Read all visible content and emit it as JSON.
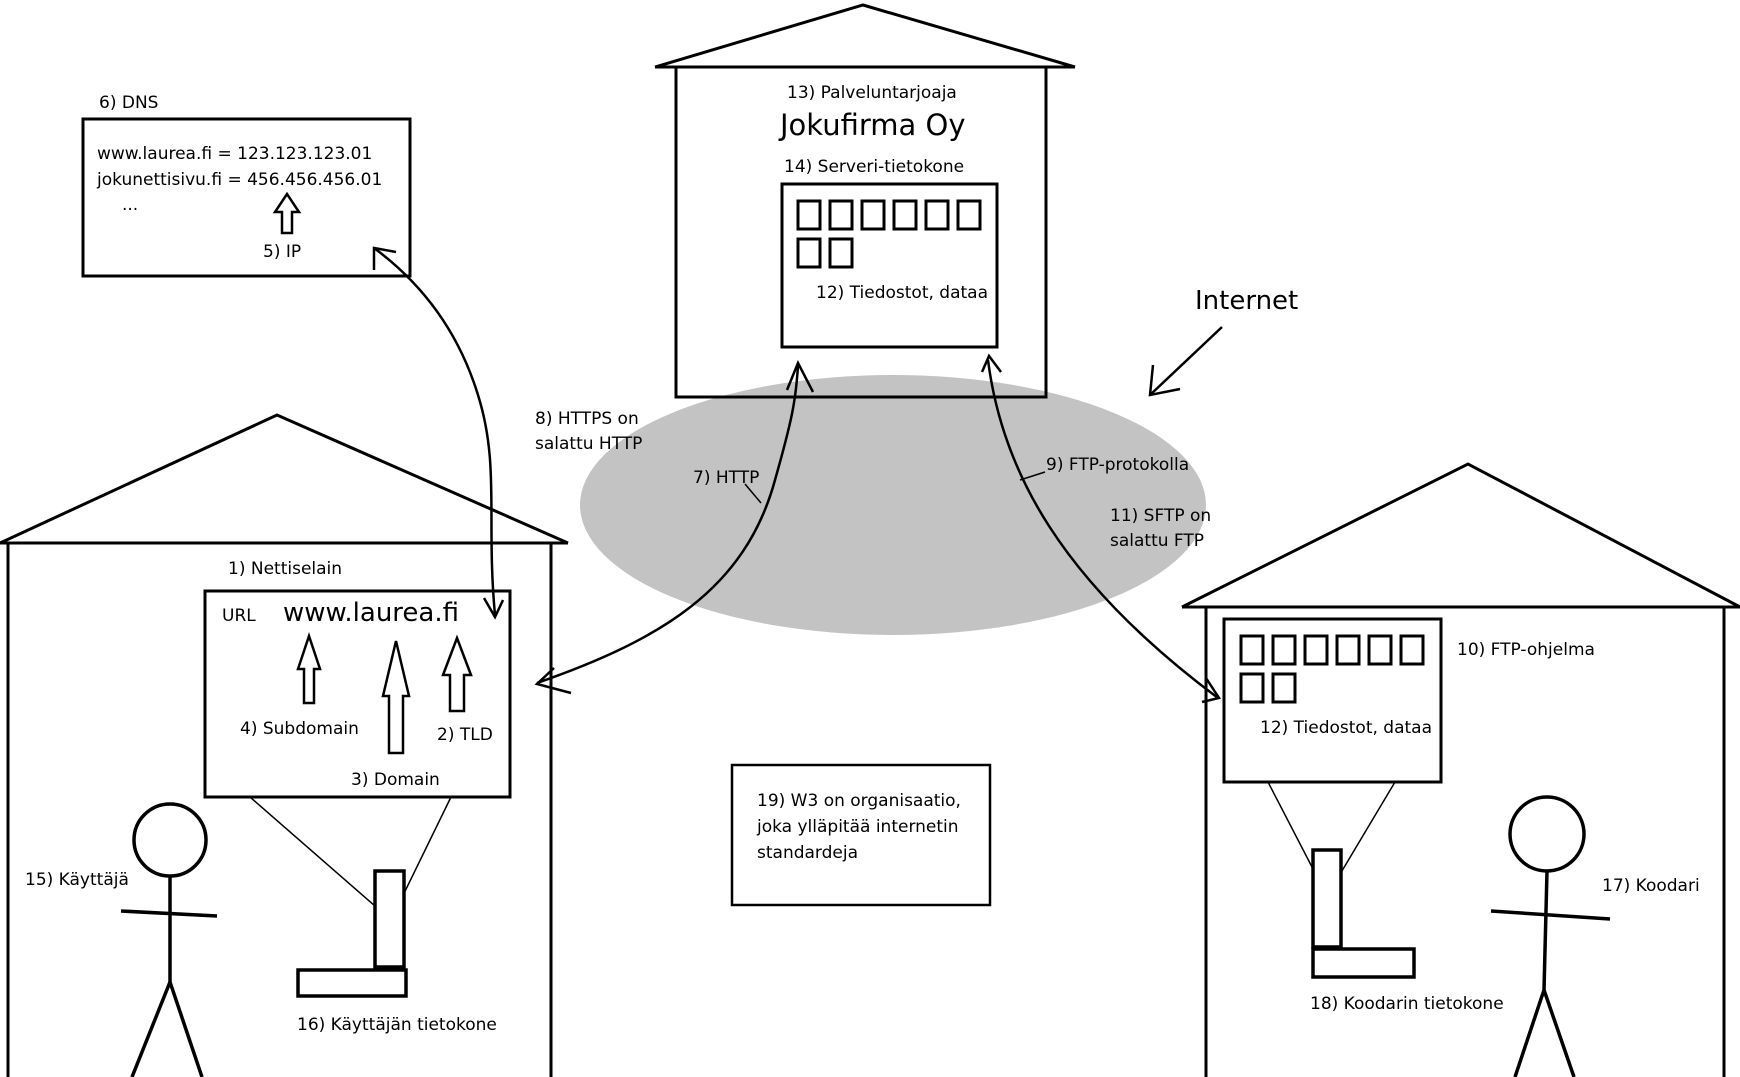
{
  "labels": {
    "dns": "6) DNS",
    "dns_row1": "www.laurea.fi = 123.123.123.01",
    "dns_row2": "jokunettisivu.fi = 456.456.456.01",
    "dns_row3": "...",
    "ip": "5) IP",
    "provider": "13) Palveluntarjoaja",
    "company": "Jokufirma Oy",
    "server": "14) Serveri-tietokone",
    "server_files": "12) Tiedostot, dataa",
    "internet": "Internet",
    "https": "8) HTTPS on",
    "https2": "salattu HTTP",
    "http": "7) HTTP",
    "ftp_protocol": "9) FTP-protokolla",
    "sftp": "11) SFTP on",
    "sftp2": "salattu FTP",
    "browser": "1) Nettiselain",
    "url": "URL",
    "url_value": "www.laurea.fi",
    "subdomain": "4) Subdomain",
    "tld": "2) TLD",
    "domain": "3) Domain",
    "ftp_program": "10) FTP-ohjelma",
    "coder_files": "12) Tiedostot, dataa",
    "w3_1": "19) W3 on organisaatio,",
    "w3_2": "joka ylläpitää internetin",
    "w3_3": "standardeja",
    "user": "15) Käyttäjä",
    "user_computer": "16) Käyttäjän tietokone",
    "coder": "17) Koodari",
    "coder_computer": "18) Koodarin tietokone"
  }
}
